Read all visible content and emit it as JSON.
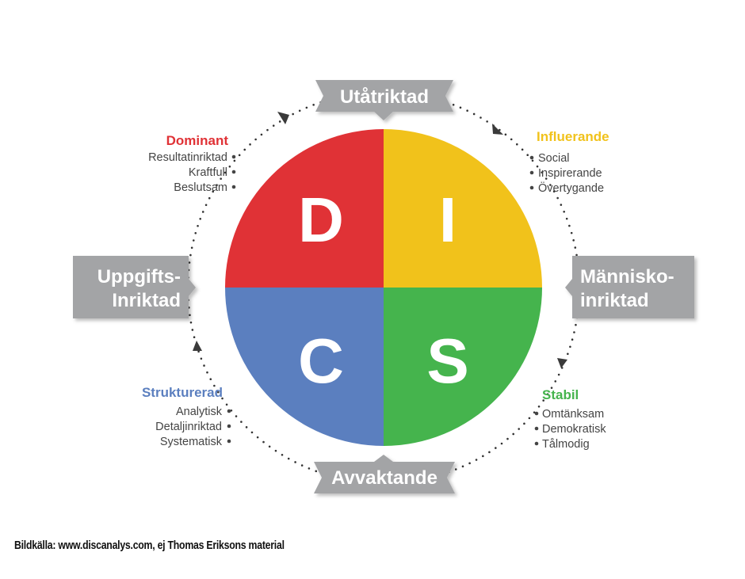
{
  "quadrants": {
    "d": {
      "letter": "D",
      "color": "#e03236"
    },
    "i": {
      "letter": "I",
      "color": "#f1c21b"
    },
    "s": {
      "letter": "S",
      "color": "#45b44d"
    },
    "c": {
      "letter": "C",
      "color": "#5b7fbf"
    }
  },
  "axes": {
    "top": "Utåtriktad",
    "bottom": "Avvaktande",
    "left": [
      "Uppgifts-",
      "Inriktad"
    ],
    "right": [
      "Människo-",
      "inriktad"
    ]
  },
  "groups": {
    "dominant": {
      "heading": "Dominant",
      "color": "#e03236",
      "traits": [
        "Resultatinriktad",
        "Kraftfull",
        "Beslutsam"
      ]
    },
    "influerande": {
      "heading": "Influerande",
      "color": "#f1c21b",
      "traits": [
        "Social",
        "Inspirerande",
        "Övertygande"
      ]
    },
    "stabil": {
      "heading": "Stabil",
      "color": "#45b44d",
      "traits": [
        "Omtänksam",
        "Demokratisk",
        "Tålmodig"
      ]
    },
    "strukturerad": {
      "heading": "Strukturerad",
      "color": "#5b7fbf",
      "traits": [
        "Analytisk",
        "Detaljinriktad",
        "Systematisk"
      ]
    }
  },
  "colors": {
    "banner": "#a3a4a6",
    "banner_shadow": "#7b7c7e",
    "dots": "#333333"
  },
  "caption": "Bildkälla: www.discanalys.com, ej Thomas Eriksons material"
}
